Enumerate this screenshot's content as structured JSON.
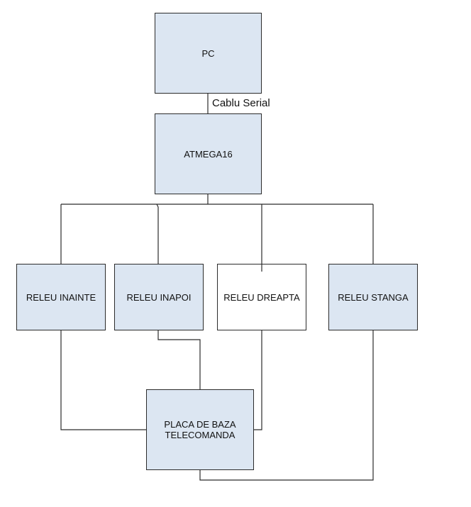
{
  "diagram": {
    "nodes": {
      "pc": "PC",
      "atmega": "ATMEGA16",
      "releu_inainte": "RELEU INAINTE",
      "releu_inapoi": "RELEU INAPOI",
      "releu_dreapta": "RELEU DREAPTA",
      "releu_stanga": "RELEU STANGA",
      "placa": "PLACA DE BAZA\nTELECOMANDA"
    },
    "edge_labels": {
      "pc_atmega": "Cablu Serial"
    },
    "colors": {
      "box_fill": "#dce6f2",
      "line": "#2b2b2b"
    }
  }
}
